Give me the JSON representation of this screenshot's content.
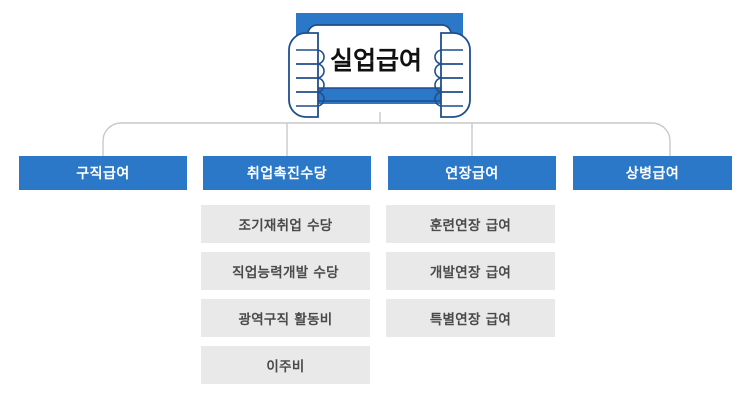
{
  "colors": {
    "primary_blue": "#2b78c8",
    "sign_outline": "#1f4e8c",
    "gray_box": "#e9e9e9",
    "gray_text": "#4a4a4a",
    "connector_line": "#c8c8c8",
    "background": "#ffffff"
  },
  "root": {
    "label": "실업급여",
    "icon": "hands-holding-sign-icon"
  },
  "level1": [
    {
      "label": "구직급여"
    },
    {
      "label": "취업촉진수당"
    },
    {
      "label": "연장급여"
    },
    {
      "label": "상병급여"
    }
  ],
  "level2": {
    "취업촉진수당": [
      {
        "label": "조기재취업 수당"
      },
      {
        "label": "직업능력개발 수당"
      },
      {
        "label": "광역구직 활동비"
      },
      {
        "label": "이주비"
      }
    ],
    "연장급여": [
      {
        "label": "훈련연장 급여"
      },
      {
        "label": "개발연장 급여"
      },
      {
        "label": "특별연장 급여"
      }
    ]
  },
  "chart_data": {
    "type": "table",
    "title": "실업급여",
    "categories": [
      "구직급여",
      "취업촉진수당",
      "연장급여",
      "상병급여"
    ],
    "children": {
      "구직급여": [],
      "취업촉진수당": [
        "조기재취업 수당",
        "직업능력개발 수당",
        "광역구직 활동비",
        "이주비"
      ],
      "연장급여": [
        "훈련연장 급여",
        "개발연장 급여",
        "특별연장 급여"
      ],
      "상병급여": []
    }
  }
}
